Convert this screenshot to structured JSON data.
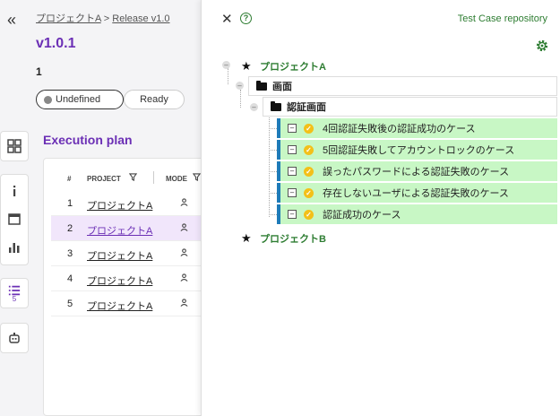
{
  "breadcrumb": {
    "project": "プロジェクトA",
    "sep": ">",
    "release": "Release v1.0"
  },
  "version": "v1.0.1",
  "number": "1",
  "status_pills": {
    "undefined": "Undefined",
    "ready": "Ready"
  },
  "exec_plan": {
    "title": "Execution plan",
    "columns": {
      "index": "#",
      "project": "PROJECT",
      "mode": "MODE"
    },
    "rows": [
      {
        "n": "1",
        "project": "プロジェクトA"
      },
      {
        "n": "2",
        "project": "プロジェクトA"
      },
      {
        "n": "3",
        "project": "プロジェクトA"
      },
      {
        "n": "4",
        "project": "プロジェクトA"
      },
      {
        "n": "5",
        "project": "プロジェクトA"
      }
    ],
    "selected_row": 2
  },
  "rail": {
    "list_count": "5"
  },
  "panel": {
    "title": "Test Case repository",
    "tree": {
      "project_a": "プロジェクトA",
      "folder_screen": "画面",
      "folder_auth": "認証画面",
      "cases": [
        "4回認証失敗後の認証成功のケース",
        "5回認証失敗してアカウントロックのケース",
        "誤ったパスワードによる認証失敗のケース",
        "存在しないユーザによる認証失敗のケース",
        "認証成功のケース"
      ],
      "project_b": "プロジェクトB"
    }
  },
  "colors": {
    "accent": "#6b2fb5",
    "repo_green": "#2e7d32",
    "case_bg": "#c8f7c5",
    "case_border": "#1e7bb8"
  }
}
